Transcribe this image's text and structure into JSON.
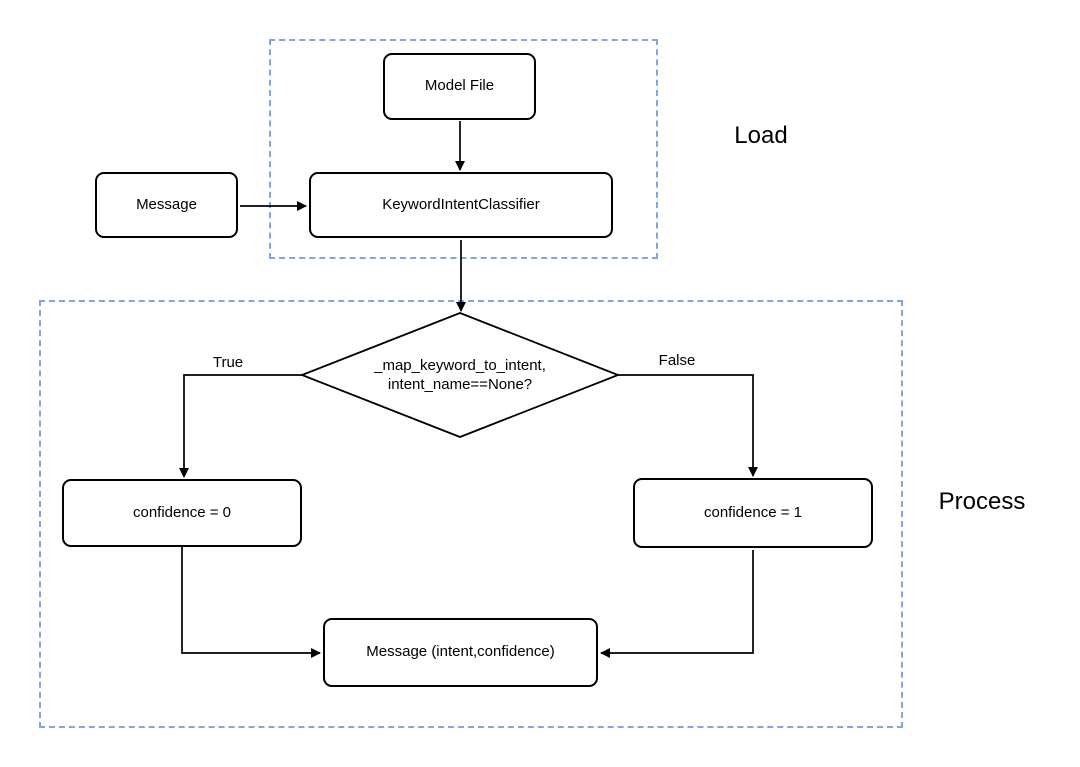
{
  "groups": {
    "load": {
      "label": "Load"
    },
    "process": {
      "label": "Process"
    }
  },
  "nodes": {
    "model_file": "Model File",
    "classifier": "KeywordIntentClassifier",
    "input_message": "Message",
    "decision": {
      "line1": "_map_keyword_to_intent,",
      "line2": "intent_name==None?"
    },
    "confidence_zero": "confidence = 0",
    "confidence_one": "confidence = 1",
    "output_message": "Message (intent,confidence)"
  },
  "edge_labels": {
    "true_branch": "True",
    "false_branch": "False"
  },
  "colors": {
    "group_border": "#7ea6e0",
    "node_border": "#000000",
    "arrow": "#000000",
    "text": "#000000",
    "background": "#ffffff"
  }
}
